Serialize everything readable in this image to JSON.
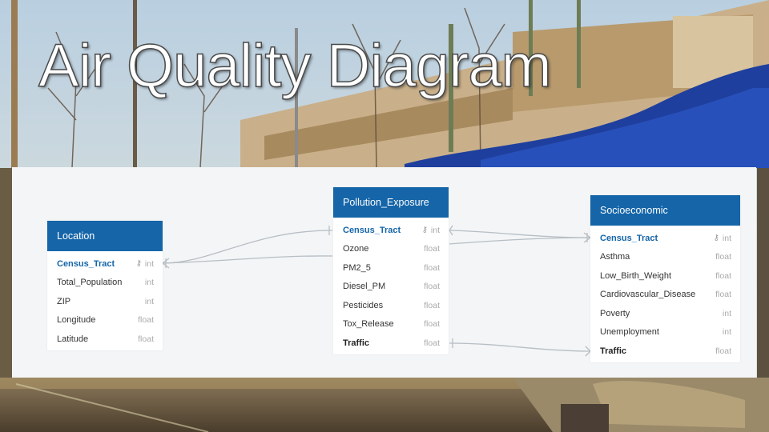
{
  "slide": {
    "title": "Air Quality Diagram"
  },
  "colors": {
    "header": "#1565a8",
    "primary_key_text": "#1565a8",
    "panel_bg": "#f3f5f6",
    "connector": "#b7bec4"
  },
  "tables": {
    "location": {
      "name": "Location",
      "fields": [
        {
          "name": "Census_Tract",
          "type": "int",
          "primary_key": true
        },
        {
          "name": "Total_Population",
          "type": "int"
        },
        {
          "name": "ZIP",
          "type": "int"
        },
        {
          "name": "Longitude",
          "type": "float"
        },
        {
          "name": "Latitude",
          "type": "float"
        }
      ]
    },
    "pollution_exposure": {
      "name": "Pollution_Exposure",
      "fields": [
        {
          "name": "Census_Tract",
          "type": "int",
          "primary_key": true
        },
        {
          "name": "Ozone",
          "type": "float"
        },
        {
          "name": "PM2_5",
          "type": "float"
        },
        {
          "name": "Diesel_PM",
          "type": "float"
        },
        {
          "name": "Pesticides",
          "type": "float"
        },
        {
          "name": "Tox_Release",
          "type": "float"
        },
        {
          "name": "Traffic",
          "type": "float"
        }
      ]
    },
    "socioeconomic": {
      "name": "Socioeconomic",
      "fields": [
        {
          "name": "Census_Tract",
          "type": "int",
          "primary_key": true
        },
        {
          "name": "Asthma",
          "type": "float"
        },
        {
          "name": "Low_Birth_Weight",
          "type": "float"
        },
        {
          "name": "Cardiovascular_Disease",
          "type": "float"
        },
        {
          "name": "Poverty",
          "type": "int"
        },
        {
          "name": "Unemployment",
          "type": "int"
        },
        {
          "name": "Traffic",
          "type": "float"
        }
      ]
    }
  },
  "relationships": [
    {
      "from": "Location.Census_Tract",
      "to": "Pollution_Exposure.Census_Tract"
    },
    {
      "from": "Location.Census_Tract",
      "to": "Pollution_Exposure.Ozone"
    },
    {
      "from": "Pollution_Exposure.Census_Tract",
      "to": "Socioeconomic.Census_Tract"
    },
    {
      "from": "Pollution_Exposure.Ozone",
      "to": "Socioeconomic.Census_Tract"
    },
    {
      "from": "Pollution_Exposure.Traffic",
      "to": "Socioeconomic.Traffic"
    }
  ]
}
